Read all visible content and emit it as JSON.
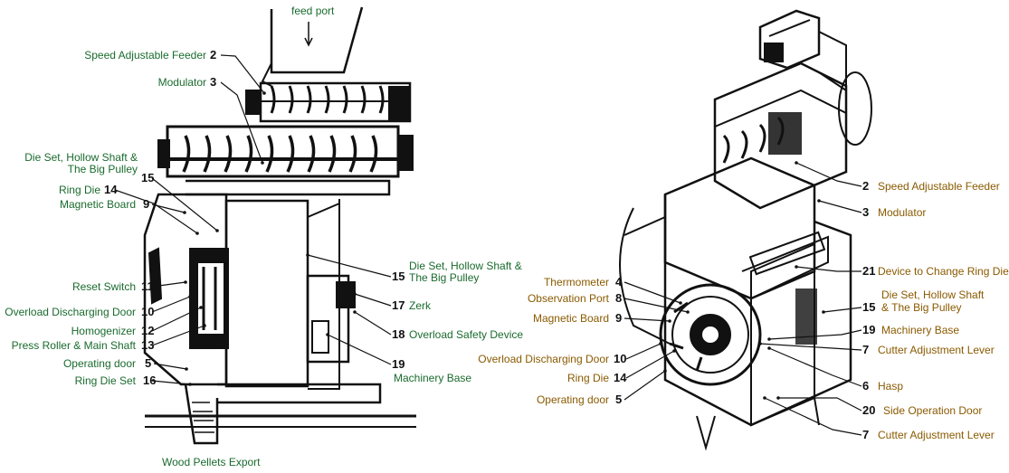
{
  "colors": {
    "left_label": "#1a6b2e",
    "right_label": "#8a5a00",
    "ink": "#111111",
    "number": "#111111"
  },
  "left_diagram": {
    "feed_port": "feed port",
    "export_label": "Wood Pellets Export",
    "callouts": [
      {
        "id": "speed-adjustable-feeder",
        "num": "2",
        "label": "Speed Adjustable Feeder"
      },
      {
        "id": "modulator",
        "num": "3",
        "label": "Modulator"
      },
      {
        "id": "die-set-top",
        "num": "15",
        "label": [
          "Die Set, Hollow Shaft &",
          "The Big Pulley"
        ]
      },
      {
        "id": "ring-die",
        "num": "14",
        "label": "Ring Die"
      },
      {
        "id": "magnetic-board",
        "num": "9",
        "label": "Magnetic Board"
      },
      {
        "id": "reset-switch",
        "num": "11",
        "label": "Reset Switch"
      },
      {
        "id": "overload-discharging-door",
        "num": "10",
        "label": "Overload Discharging Door"
      },
      {
        "id": "homogenizer",
        "num": "12",
        "label": "Homogenizer"
      },
      {
        "id": "press-roller",
        "num": "13",
        "label": "Press Roller & Main Shaft"
      },
      {
        "id": "operating-door",
        "num": "5",
        "label": "Operating door"
      },
      {
        "id": "ring-die-set",
        "num": "16",
        "label": "Ring Die Set"
      },
      {
        "id": "die-set-right",
        "num": "15",
        "label": [
          "Die Set, Hollow Shaft &",
          "The Big Pulley"
        ]
      },
      {
        "id": "zerk",
        "num": "17",
        "label": "Zerk"
      },
      {
        "id": "overload-safety-device",
        "num": "18",
        "label": "Overload Safety Device"
      },
      {
        "id": "machinery-base",
        "num": "19",
        "label": "Machinery Base"
      }
    ]
  },
  "right_diagram": {
    "callouts": [
      {
        "id": "speed-adjustable-feeder",
        "num": "2",
        "label": "Speed Adjustable Feeder"
      },
      {
        "id": "modulator",
        "num": "3",
        "label": "Modulator"
      },
      {
        "id": "device-to-change-ring-die",
        "num": "21",
        "label": "Device to Change Ring Die"
      },
      {
        "id": "die-set",
        "num": "15",
        "label": [
          "Die Set, Hollow Shaft",
          "& The Big Pulley"
        ]
      },
      {
        "id": "machinery-base",
        "num": "19",
        "label": "Machinery Base"
      },
      {
        "id": "cutter-adjustment-lever-1",
        "num": "7",
        "label": "Cutter Adjustment Lever"
      },
      {
        "id": "hasp",
        "num": "6",
        "label": "Hasp"
      },
      {
        "id": "side-operation-door",
        "num": "20",
        "label": "Side Operation Door"
      },
      {
        "id": "cutter-adjustment-lever-2",
        "num": "7",
        "label": "Cutter Adjustment Lever"
      },
      {
        "id": "thermometer",
        "num": "4",
        "label": "Thermometer"
      },
      {
        "id": "observation-port",
        "num": "8",
        "label": "Observation Port"
      },
      {
        "id": "magnetic-board",
        "num": "9",
        "label": "Magnetic Board"
      },
      {
        "id": "overload-discharging-door",
        "num": "10",
        "label": "Overload Discharging Door"
      },
      {
        "id": "ring-die",
        "num": "14",
        "label": "Ring Die"
      },
      {
        "id": "operating-door",
        "num": "5",
        "label": "Operating door"
      }
    ]
  }
}
